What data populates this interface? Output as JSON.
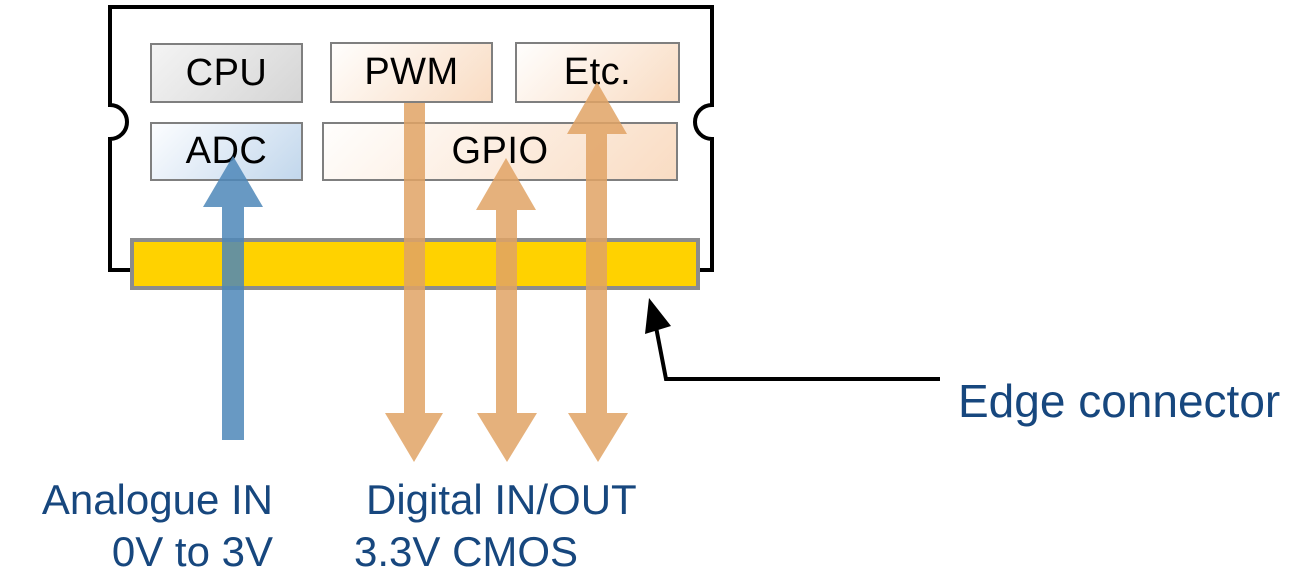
{
  "diagram": {
    "chip_modules": {
      "cpu": "CPU",
      "pwm": "PWM",
      "etc": "Etc.",
      "adc": "ADC",
      "gpio": "GPIO"
    },
    "labels": {
      "analogue_line1": "Analogue IN",
      "analogue_line2": "0V to 3V",
      "digital_line1": "Digital IN/OUT",
      "digital_line2": "3.3V CMOS",
      "edge_connector": "Edge connector"
    },
    "colors": {
      "board_outline": "#000000",
      "edge_connector_fill": "#ffd200",
      "edge_connector_border": "#8c8c8c",
      "analog_arrow": "#4e87b8",
      "digital_arrow": "#e1a365",
      "annotation_arrow": "#000000",
      "label_text": "#17477e"
    }
  }
}
